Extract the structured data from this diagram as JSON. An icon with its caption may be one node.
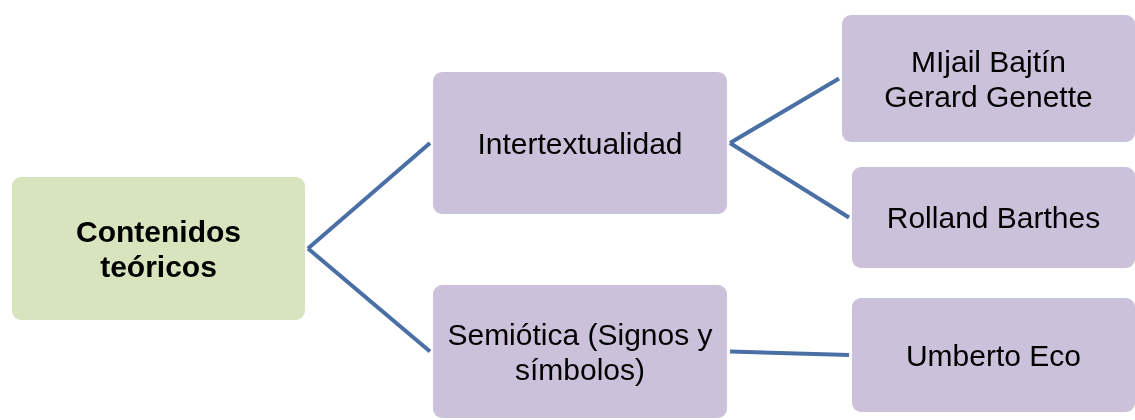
{
  "diagram": {
    "nodes": [
      {
        "text": [
          "Contenidos teóricos"
        ]
      },
      {
        "text": [
          "Intertextualidad"
        ]
      },
      {
        "text": [
          "Semiótica (Signos y símbolos)"
        ]
      },
      {
        "text": [
          "MIjail Bajtín",
          "Gerard Genette"
        ]
      },
      {
        "text": [
          "Rolland Barthes"
        ]
      },
      {
        "text": [
          "Umberto Eco"
        ]
      }
    ],
    "edges": [
      {
        "from": 0,
        "to": 1,
        "arrow": "none"
      },
      {
        "from": 0,
        "to": 2,
        "arrow": "none"
      },
      {
        "from": 1,
        "to": 3,
        "arrow": "none"
      },
      {
        "from": 1,
        "to": 4,
        "arrow": "none"
      },
      {
        "from": 2,
        "to": 5,
        "arrow": "none"
      }
    ]
  }
}
